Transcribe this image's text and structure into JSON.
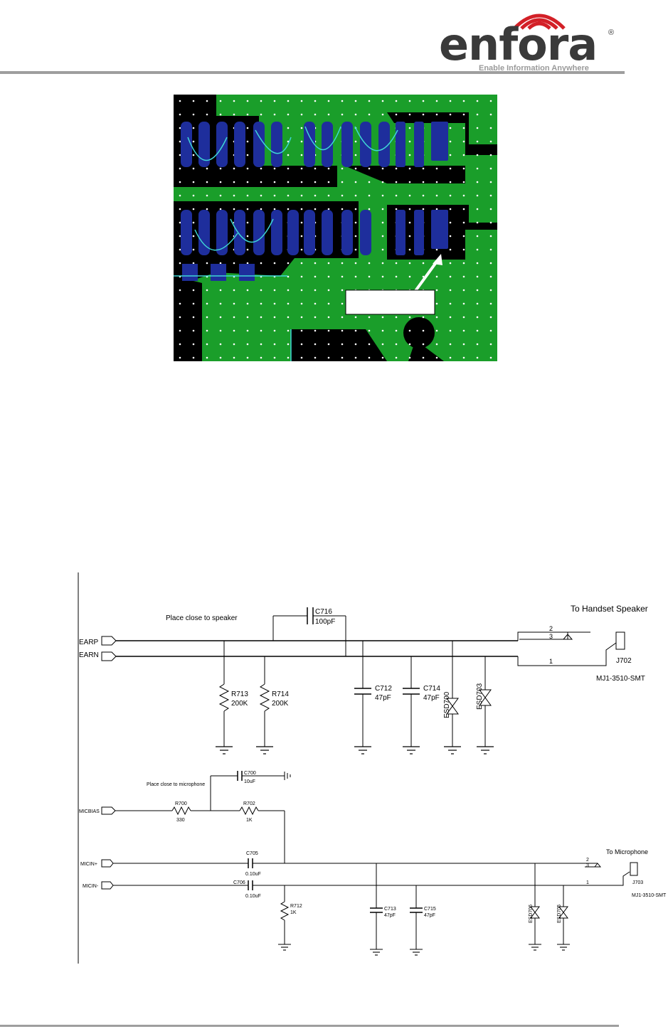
{
  "header": {
    "logo": {
      "name": "enfora",
      "registered_mark": "®",
      "tagline": "Enable Information Anywhere"
    }
  },
  "pcb_image": {
    "callout_label": ""
  },
  "schematic": {
    "speaker_section": {
      "note": "Place close to speaker",
      "destination": "To Handset Speaker",
      "nets": [
        "EARP",
        "EARN"
      ],
      "components": [
        {
          "ref": "C716",
          "value": "100pF"
        },
        {
          "ref": "R713",
          "value": "200K"
        },
        {
          "ref": "R714",
          "value": "200K"
        },
        {
          "ref": "C712",
          "value": "47pF"
        },
        {
          "ref": "C714",
          "value": "47pF"
        },
        {
          "ref": "ESD700",
          "value": ""
        },
        {
          "ref": "ESD703",
          "value": ""
        }
      ],
      "connector": {
        "ref": "J702",
        "part": "MJ1-3510-SMT",
        "pins": [
          "2",
          "3",
          "1"
        ]
      }
    },
    "mic_section": {
      "note": "Place close to microphone",
      "destination": "To Microphone",
      "nets": [
        "MICBIAS",
        "MICIN+",
        "MICIN-"
      ],
      "components": [
        {
          "ref": "C700",
          "value": "10uF"
        },
        {
          "ref": "R700",
          "value": "330"
        },
        {
          "ref": "R702",
          "value": "1K"
        },
        {
          "ref": "C705",
          "value": "0.10uF"
        },
        {
          "ref": "C706",
          "value": "0.10uF"
        },
        {
          "ref": "R712",
          "value": "1K"
        },
        {
          "ref": "C713",
          "value": "47pF"
        },
        {
          "ref": "C715",
          "value": "47pF"
        },
        {
          "ref": "ESD706",
          "value": ""
        },
        {
          "ref": "ESD705",
          "value": ""
        }
      ],
      "connector": {
        "ref": "J703",
        "part": "MJ1-3510-SMT",
        "pins": [
          "2",
          "3",
          "1"
        ]
      }
    }
  }
}
